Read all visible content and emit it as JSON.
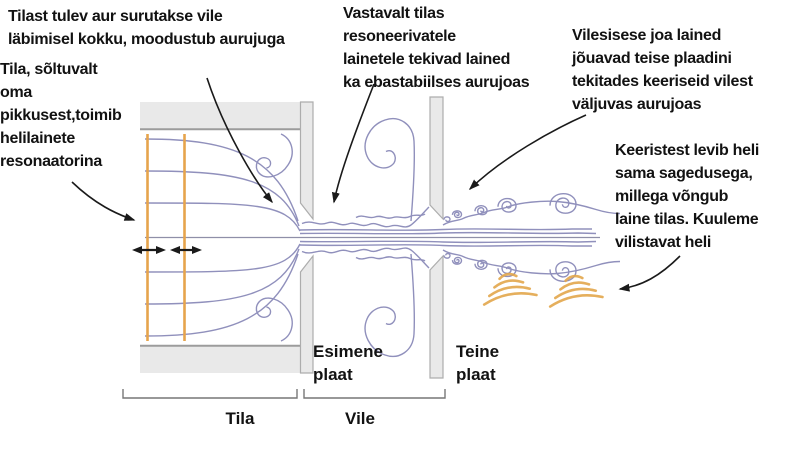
{
  "annotations": {
    "compress": "Tilast tulev aur surutakse vile\nläbimisel kokku, moodustub aurujuga",
    "resonator": "Tila, sõltuvalt\noma\npikkusest,toimib\nhelilainete\nresonaatorina",
    "waves": "Vastavalt tilas\nresoneerivatele\nlainetele tekivad lained\nka ebastabiilses aurujoas",
    "jet_vortices": "Vilesisese joa lained\njõuavad teise plaadini\ntekitades keeriseid vilest\nväljuvas aurujoas",
    "sound": "Keeristest levib heli\nsama sagedusega,\nmillega võngub\nlaine tilas. Kuuleme\nvilistavat heli"
  },
  "labels": {
    "first_plate": "Esimene\nplaat",
    "second_plate": "Teine\nplaat",
    "tila": "Tila",
    "vile": "Vile"
  },
  "colors": {
    "background": "#ffffff",
    "text": "#121212",
    "ink": "#1a1a1a",
    "flow": "#9090bc",
    "center_line": "#8f8fa8",
    "wall": "#e9e9e9",
    "wall_edge": "#9c9c9c",
    "plate_edge": "#adadad",
    "resonance_wave": "#e6a44c",
    "sound_wave": "#e2a64b",
    "bracket": "#777777"
  }
}
